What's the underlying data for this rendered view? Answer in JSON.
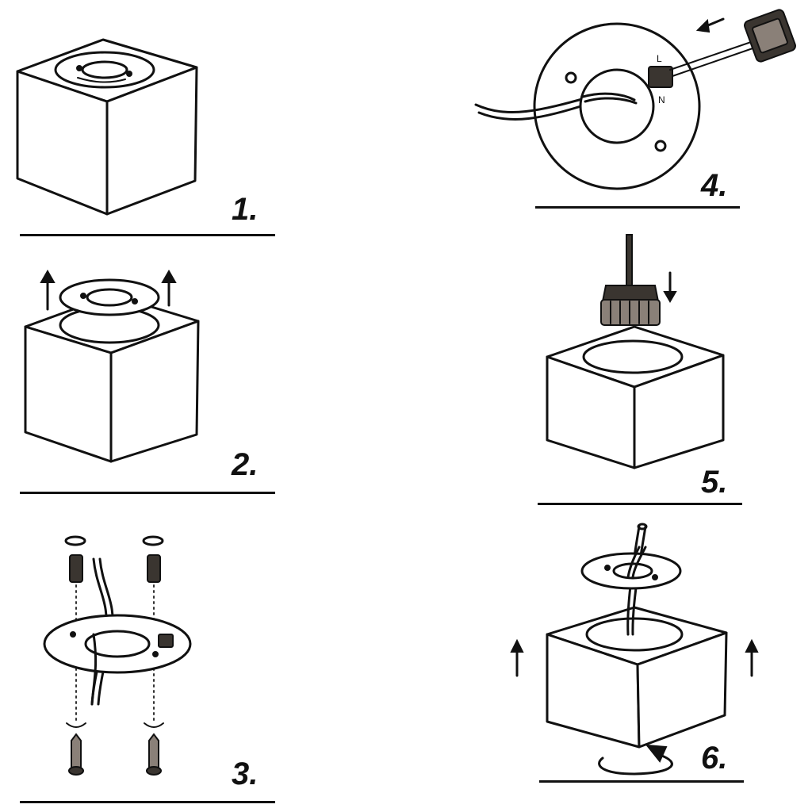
{
  "steps": [
    {
      "number": "1."
    },
    {
      "number": "2."
    },
    {
      "number": "3."
    },
    {
      "number": "4."
    },
    {
      "number": "5."
    },
    {
      "number": "6."
    }
  ],
  "icons": [
    "cube-lamp-icon",
    "mounting-plate-icon",
    "wall-plug-icon",
    "screw-icon",
    "lamp-socket-icon",
    "cable-icon",
    "arrow-up-icon",
    "arrow-down-icon",
    "rotate-arrow-icon"
  ],
  "colors": {
    "ink": "#111111",
    "background": "#ffffff"
  }
}
